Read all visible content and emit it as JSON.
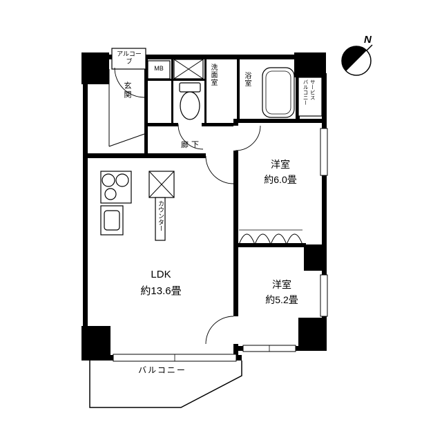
{
  "compass": {
    "north_label": "N"
  },
  "labels": {
    "alcove": "アルコーブ",
    "meter_box": "MB",
    "entrance": "玄関",
    "washroom": "洗面室",
    "bathroom": "浴室",
    "service_balcony": "サービス\nバルコニー",
    "hallway": "廊下",
    "counter": "カウンター",
    "balcony": "バルコニー"
  },
  "rooms": {
    "bedroom1": {
      "name": "洋室",
      "size": "約6.0畳"
    },
    "bedroom2": {
      "name": "洋室",
      "size": "約5.2畳"
    },
    "ldk": {
      "name": "LDK",
      "size": "約13.6畳"
    }
  },
  "colors": {
    "wall": "#000000",
    "background": "#ffffff"
  }
}
